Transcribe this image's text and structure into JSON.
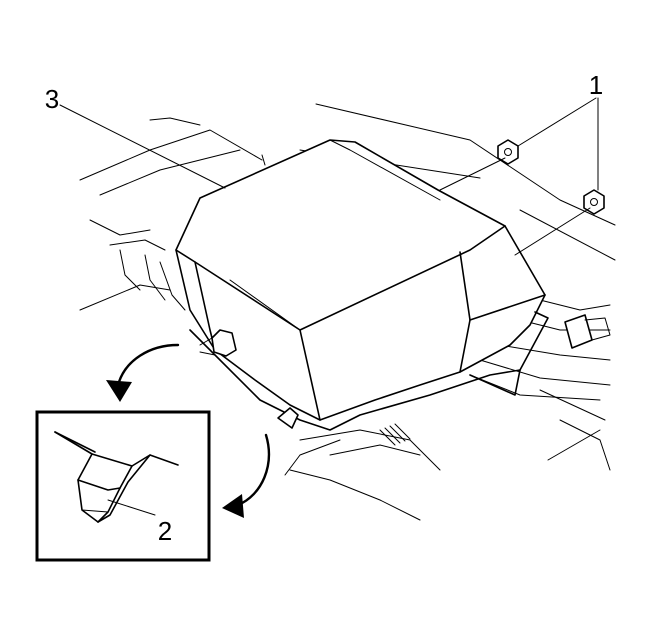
{
  "callouts": {
    "nuts": "1",
    "clip": "2",
    "cover": "3"
  }
}
